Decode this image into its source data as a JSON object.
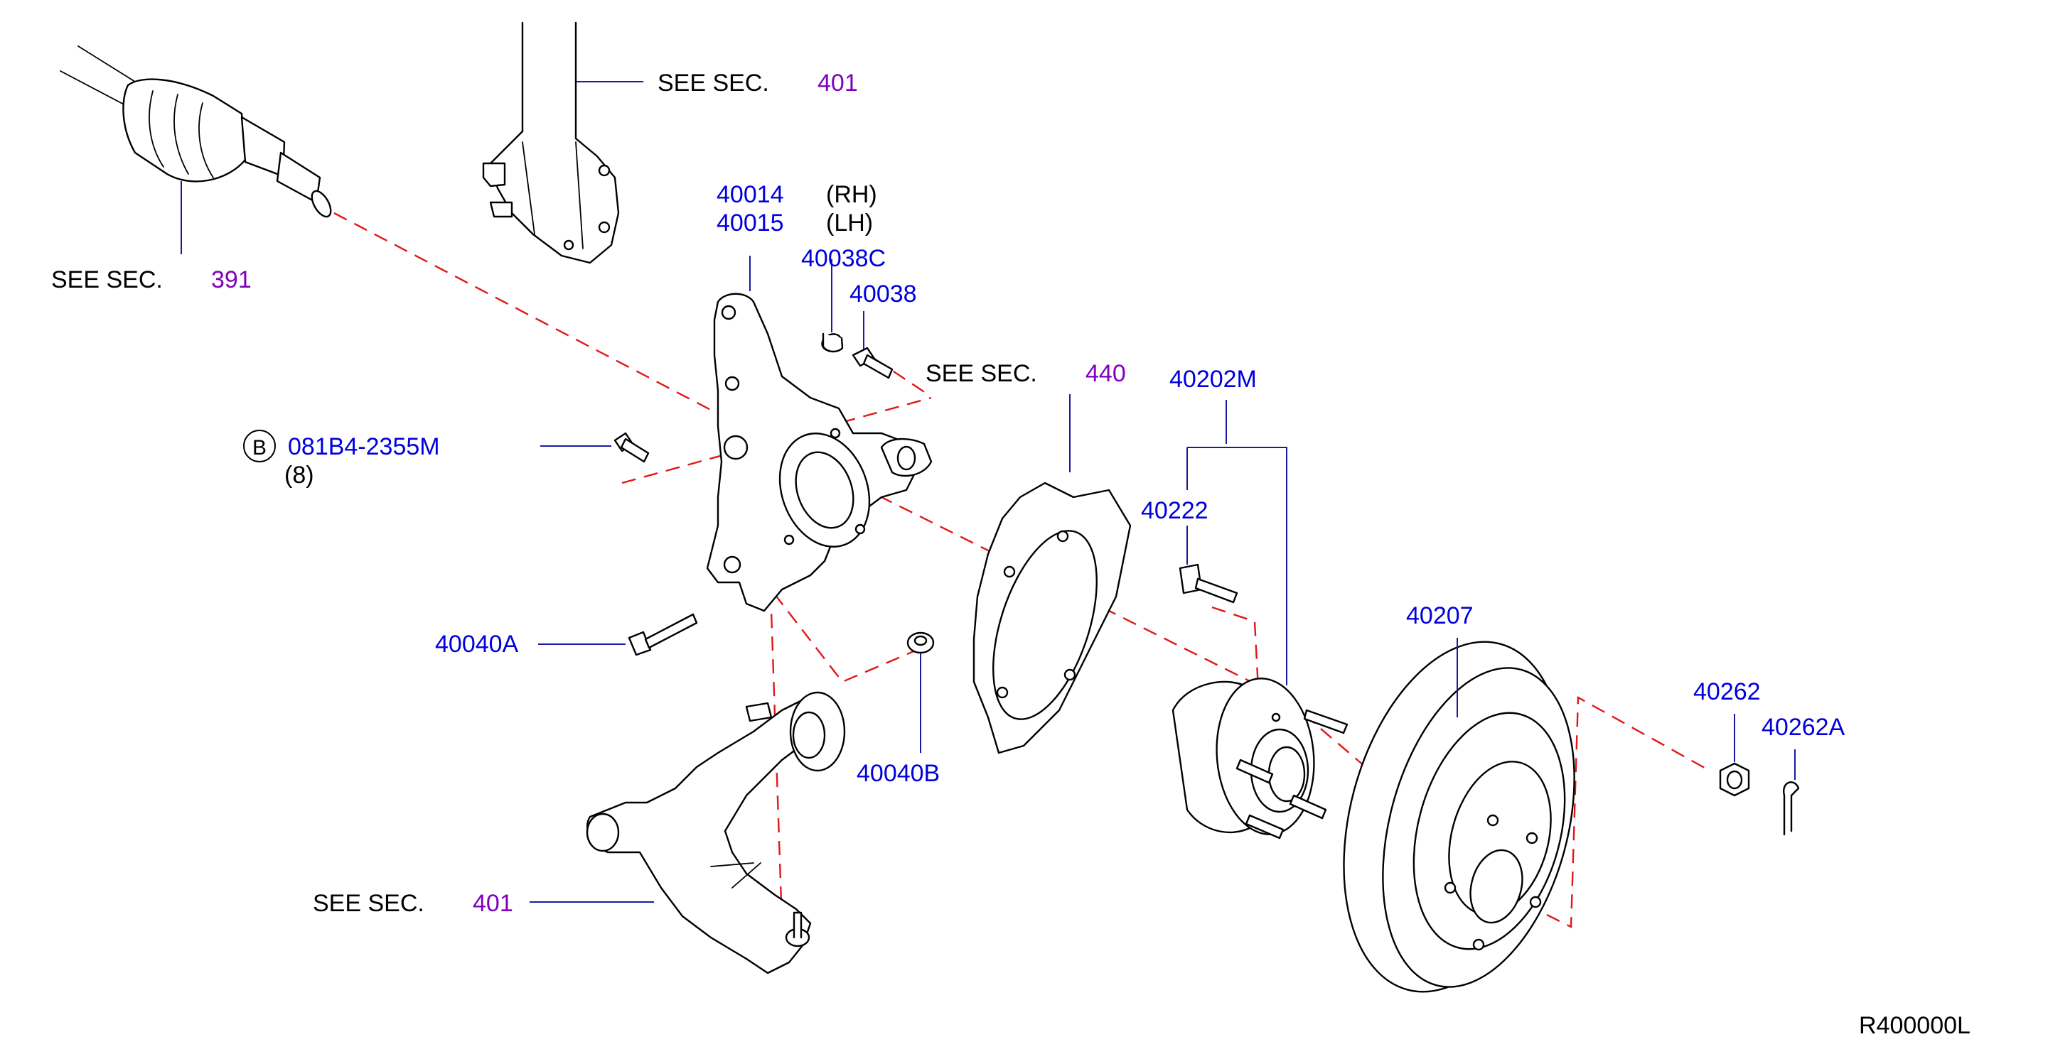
{
  "see_sec_label": "SEE   SEC.",
  "sections": {
    "strut": "401",
    "driveshaft": "391",
    "brake": "440",
    "lower_arm": "401"
  },
  "parts": {
    "knuckle_rh": "40014",
    "knuckle_rh_side": "(RH)",
    "knuckle_lh": "40015",
    "knuckle_lh_side": "(LH)",
    "washer": "40038C",
    "stud": "40038",
    "bolt_b": "081B4-2355M",
    "bolt_b_marker": "B",
    "bolt_b_qty": "(8)",
    "bolt": "40040A",
    "nut": "40040B",
    "hub_assy": "40202M",
    "hub_bolt": "40222",
    "rotor": "40207",
    "axle_nut": "40262",
    "cotter_pin": "40262A"
  },
  "diagram_code": "R400000L",
  "colors": {
    "part_number": "#0000dd",
    "section_ref": "#8000c0",
    "dashed_line": "#e01818",
    "leader": "#1a1aa0"
  }
}
